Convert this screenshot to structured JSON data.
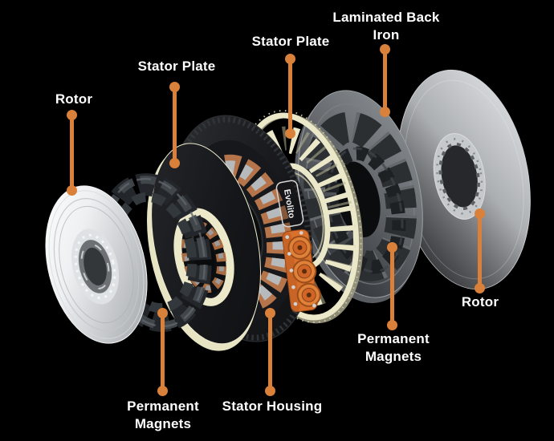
{
  "scene": {
    "background": "#000000",
    "accent_color": "#d9813a",
    "label_color": "#ffffff",
    "materials": {
      "rotor_silver": "#c2c5c8",
      "magnet_charcoal": "#2b2e31",
      "stator_plate_black": "#16171a",
      "stator_plate_cream": "#ebe8c9",
      "copper_winding": "#b5744a",
      "back_iron_steel": "#686c70",
      "connector_orange": "#d9702c"
    }
  },
  "component_labels": {
    "rotor_left": "Rotor",
    "stator_plate_left": "Stator Plate",
    "stator_plate_center": "Stator Plate",
    "laminated_back_iron": "Laminated Back Iron",
    "rotor_right": "Rotor",
    "permanent_magnets_left": "Permanent Magnets",
    "stator_housing": "Stator Housing",
    "permanent_magnets_right": "Permanent Magnets"
  },
  "brand": {
    "housing_badge": "Evolito"
  }
}
